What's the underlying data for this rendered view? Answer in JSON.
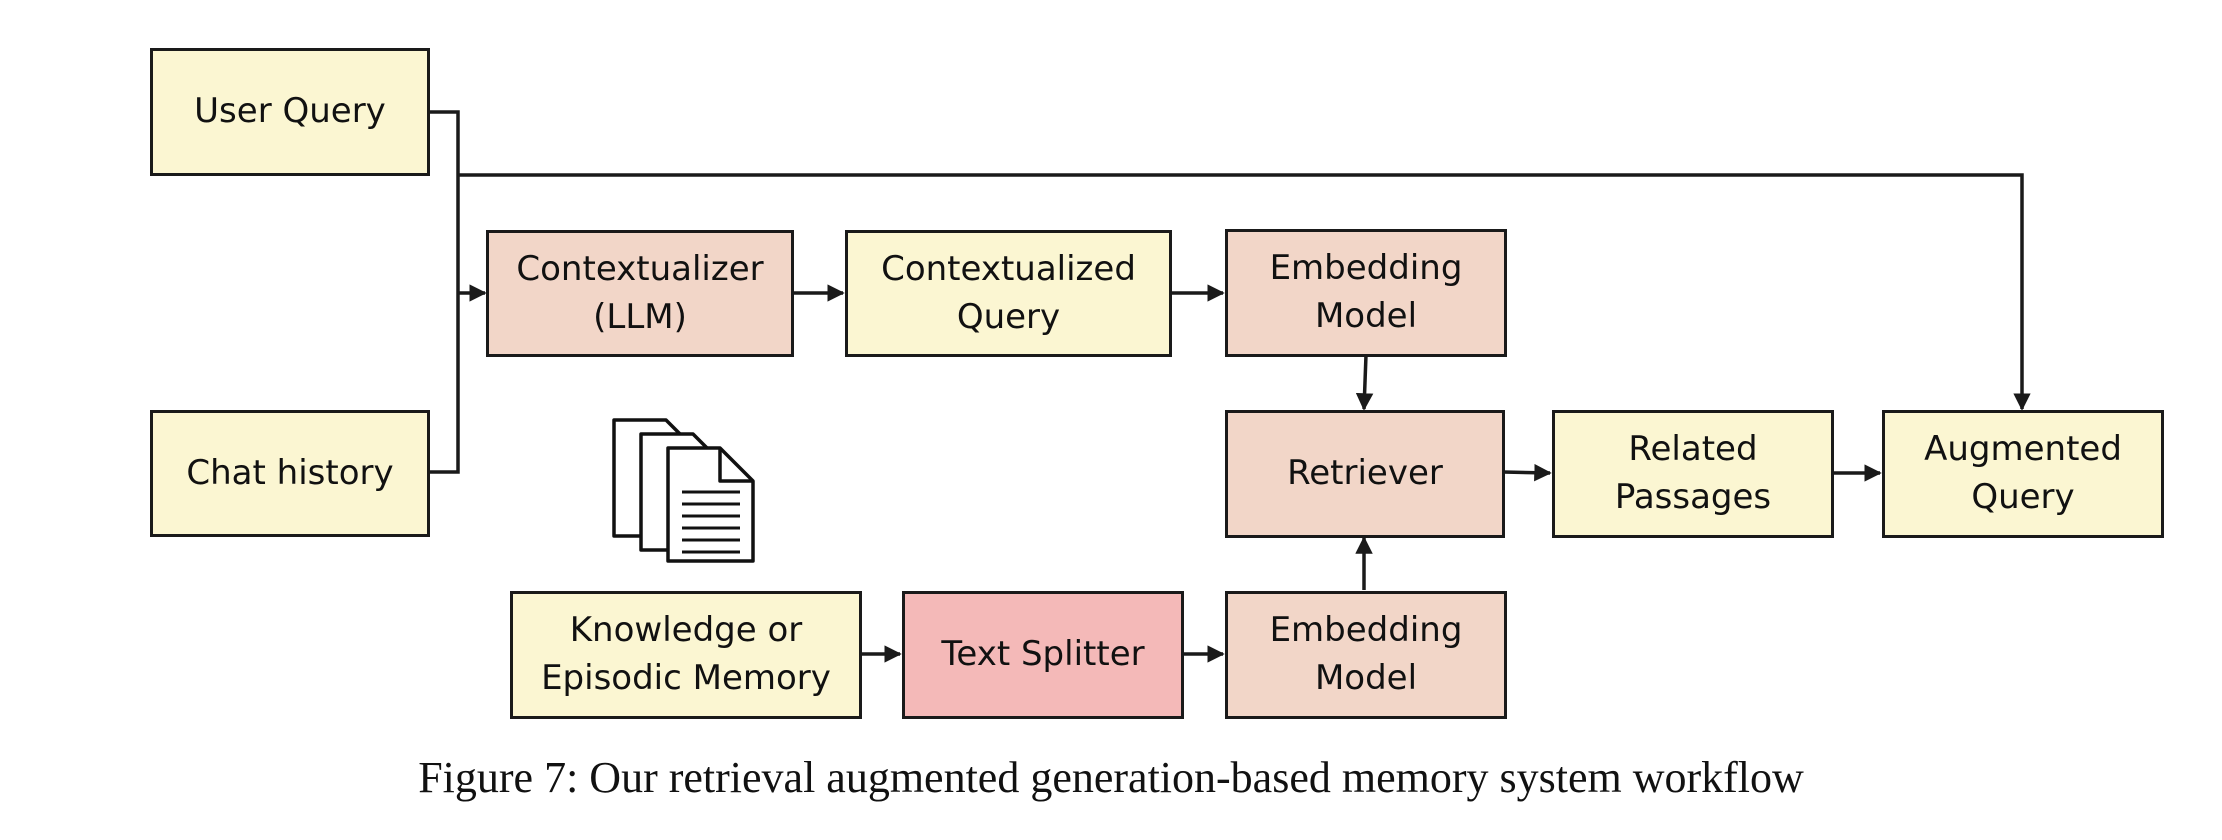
{
  "nodes": {
    "user_query": "User Query",
    "chat_history": "Chat history",
    "contextualizer": "Contextualizer\n(LLM)",
    "contextualized_query": "Contextualized\nQuery",
    "embedding_model_top": "Embedding\nModel",
    "retriever": "Retriever",
    "related_passages": "Related\nPassages",
    "augmented_query": "Augmented\nQuery",
    "knowledge_memory": "Knowledge or\nEpisodic Memory",
    "text_splitter": "Text Splitter",
    "embedding_model_bottom": "Embedding\nModel"
  },
  "caption": "Figure 7: Our retrieval augmented generation-based memory system workflow",
  "icons": {
    "documents": "documents-icon"
  },
  "colors": {
    "input_box": "#fbf6d2",
    "process_box": "#f2d6c8",
    "splitter_box": "#f4b9b8",
    "line": "#1a1a1a"
  }
}
